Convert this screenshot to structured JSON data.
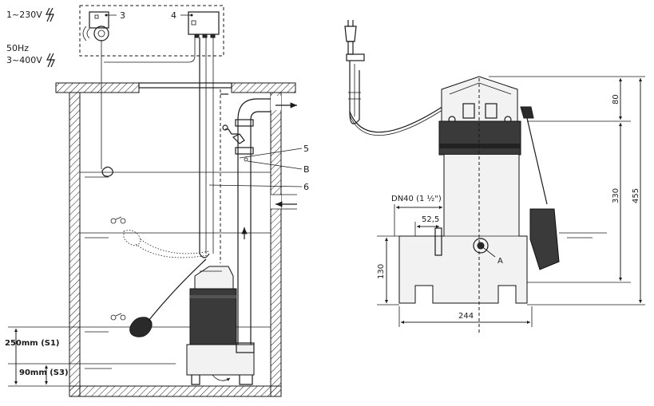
{
  "power": {
    "single_phase": "1~230V",
    "frequency": "50Hz",
    "three_phase": "3~400V"
  },
  "callouts": {
    "n3": "3",
    "n4": "4",
    "n5": "5",
    "nB": "B",
    "n6": "6",
    "nA": "A"
  },
  "levels": {
    "s1": "250mm (S1)",
    "s3": "90mm (S3)"
  },
  "dimensions": {
    "dn40": "DN40 (1 ½\")",
    "d52": "52,5",
    "d130": "130",
    "d244": "244",
    "d80": "80",
    "d330": "330",
    "d455": "455"
  },
  "colors": {
    "line": "#1a1a1a",
    "pump_body": "#3a3a3a",
    "hatch": "#1a1a1a",
    "background": "#ffffff"
  },
  "icons": {
    "lightning": "lightning-icon",
    "plug": "plug-icon",
    "float_switch": "float-switch-icon"
  }
}
